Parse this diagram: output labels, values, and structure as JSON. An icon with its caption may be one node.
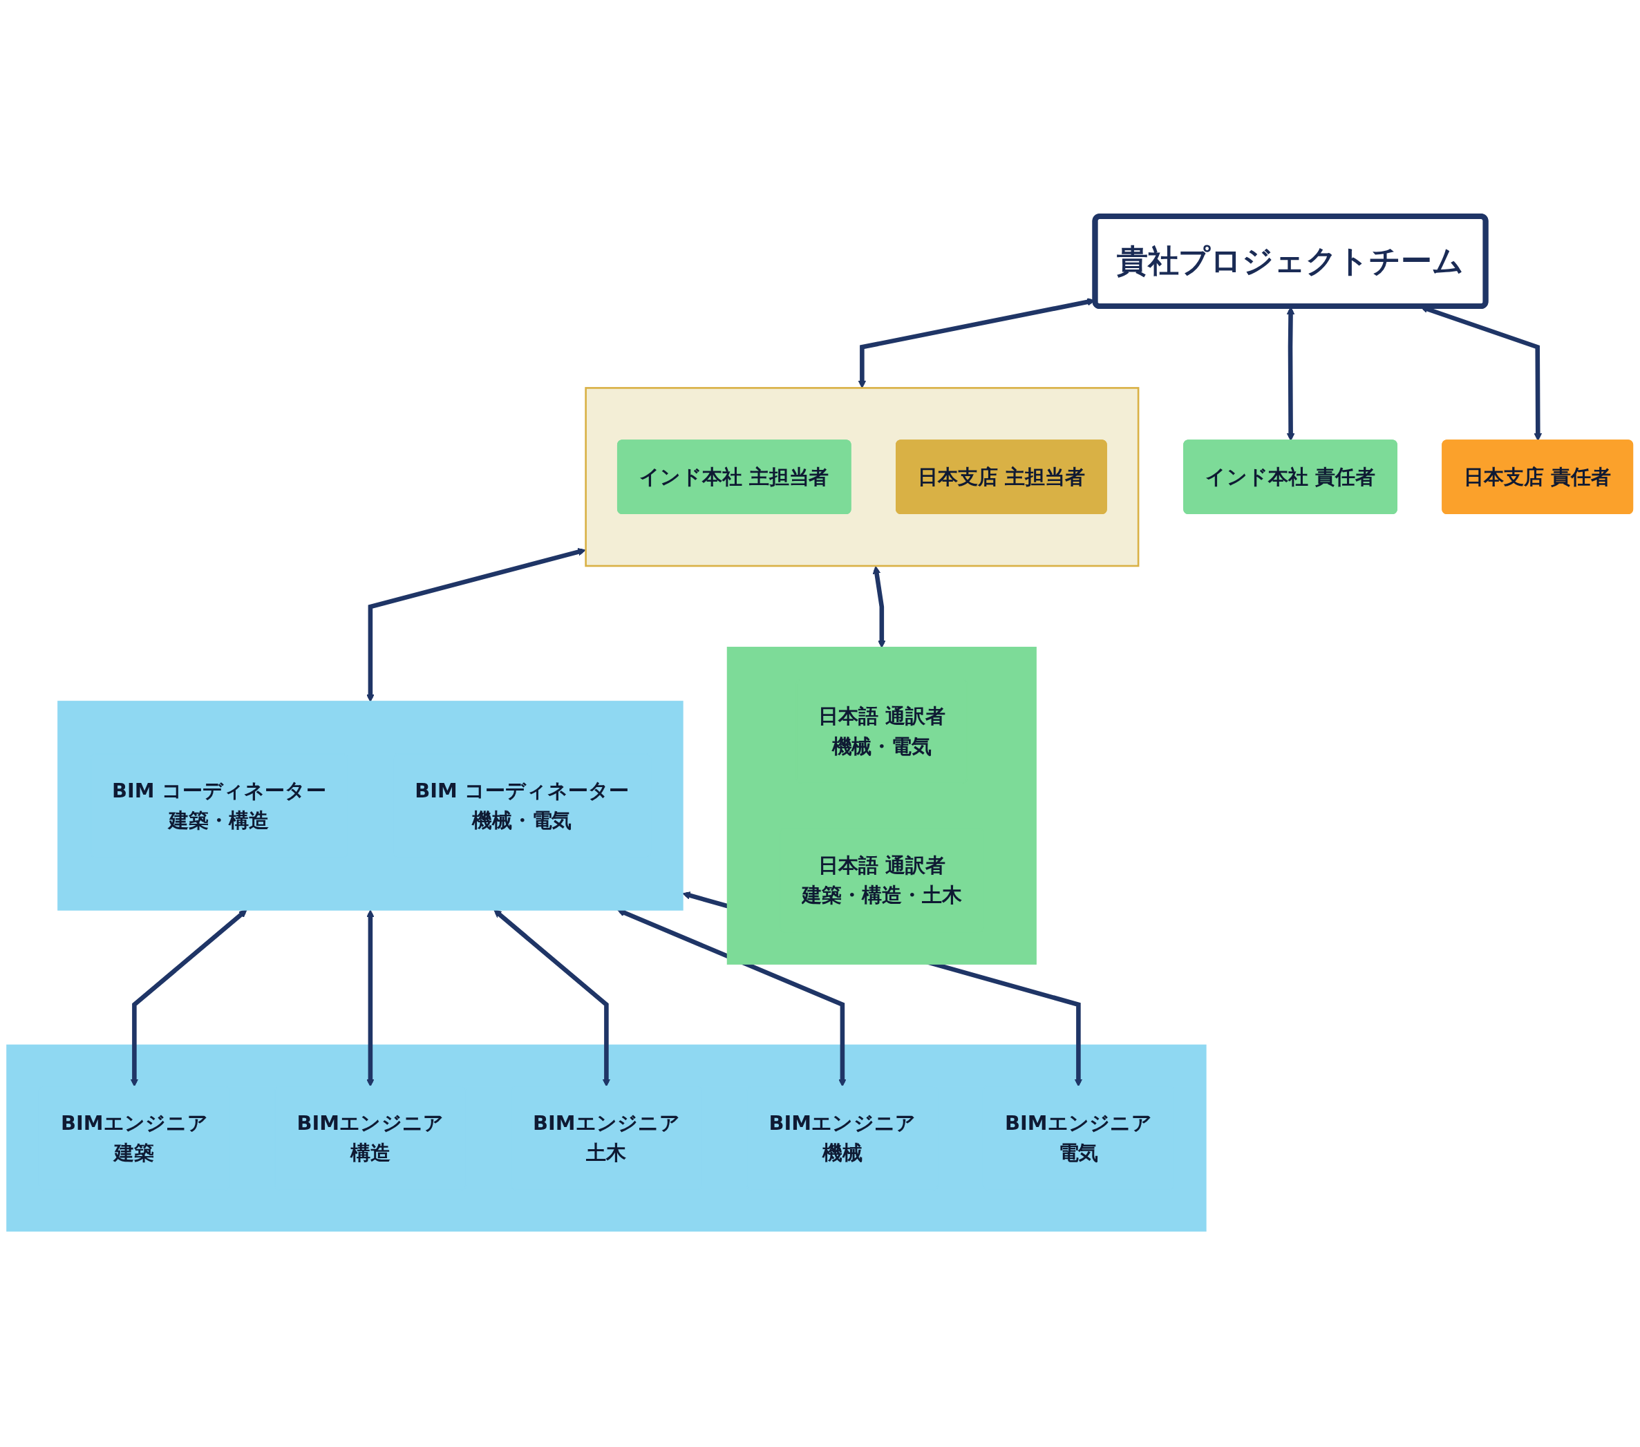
{
  "diagram": {
    "nodes": [
      {
        "text": [
          "貴社プロジェクトチーム"
        ]
      },
      {
        "text": [
          "インド本社 責任者"
        ]
      },
      {
        "text": [
          "日本支店 責任者"
        ]
      },
      {
        "text": [],
        "shape": "box"
      },
      {
        "text": [
          "インド本社 主担当者"
        ],
        "in": 3
      },
      {
        "text": [
          "日本支店 主担当者"
        ],
        "in": 3
      },
      {
        "text": [],
        "shape": "box"
      },
      {
        "text": [
          "日本語 通訳者",
          "機械・電気"
        ],
        "in": 6
      },
      {
        "text": [
          "日本語 通訳者",
          "建築・構造・土木"
        ],
        "in": 6
      },
      {
        "text": [],
        "shape": "box"
      },
      {
        "text": [
          "BIM コーディネーター",
          "建築・構造"
        ],
        "in": 9
      },
      {
        "text": [
          "BIM コーディネーター",
          "機械・電気"
        ],
        "in": 9
      },
      {
        "text": [],
        "shape": "box"
      },
      {
        "text": [
          "BIMエンジニア",
          "建築"
        ],
        "in": 12
      },
      {
        "text": [
          "BIMエンジニア",
          "構造"
        ],
        "in": 12
      },
      {
        "text": [
          "BIMエンジニア",
          "土木"
        ],
        "in": 12
      },
      {
        "text": [
          "BIMエンジニア",
          "機械"
        ],
        "in": 12
      },
      {
        "text": [
          "BIMエンジニア",
          "電気"
        ],
        "in": 12
      }
    ],
    "edges": [
      {
        "from": 0,
        "to": 1,
        "arrow": "both"
      },
      {
        "from": 0,
        "to": 3,
        "arrow": "both"
      },
      {
        "from": 0,
        "to": 2,
        "arrow": "both"
      },
      {
        "from": 3,
        "to": 6,
        "arrow": "both"
      },
      {
        "from": 3,
        "to": 9,
        "arrow": "both"
      },
      {
        "from": 9,
        "to": 13,
        "arrow": "both"
      },
      {
        "from": 9,
        "to": 14,
        "arrow": "both"
      },
      {
        "from": 9,
        "to": 15,
        "arrow": "both"
      },
      {
        "from": 9,
        "to": 16,
        "arrow": "both"
      },
      {
        "from": 9,
        "to": 17,
        "arrow": "both"
      }
    ]
  }
}
